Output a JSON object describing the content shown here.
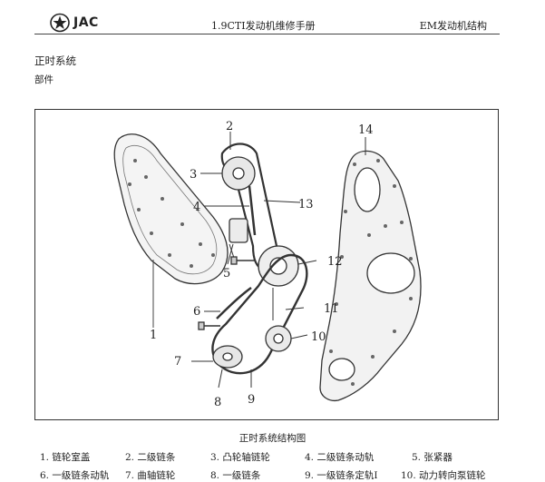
{
  "header": {
    "brand": "JAC",
    "manual_title": "1.9CTI发动机维修手册",
    "section_code": "EM发动机结构"
  },
  "section": {
    "title": "正时系统",
    "subtitle": "部件"
  },
  "figure": {
    "callouts": [
      "1",
      "2",
      "3",
      "4",
      "5",
      "6",
      "7",
      "8",
      "9",
      "10",
      "11",
      "12",
      "13",
      "14"
    ],
    "caption": "正时系统结构图"
  },
  "legend": [
    "1. 链轮室盖",
    "2. 二级链条",
    "3. 凸轮轴链轮",
    "4. 二级链条动轨",
    "5. 张紧器",
    "6. 一级链条动轨",
    "7. 曲轴链轮",
    "8. 一级链条",
    "9. 一级链条定轨I",
    "10. 动力转向泵链轮"
  ]
}
